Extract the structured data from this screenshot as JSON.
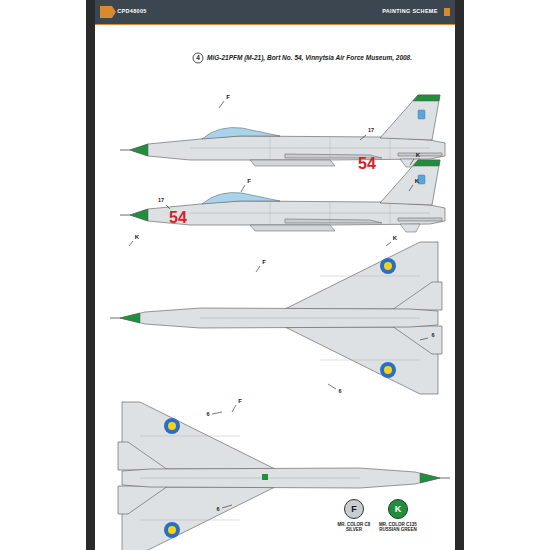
{
  "diagram": {
    "title": "MiG-21PFM (M-21), Bort No. 54, Vinnytsia Air Force Museum, 2008.",
    "labels": [
      "4",
      "F",
      "17",
      "K",
      "54",
      "17",
      "F",
      "K",
      "54",
      "K",
      "K",
      "F",
      "6",
      "6",
      "F",
      "6",
      "6",
      "F",
      "K",
      "CPD48005",
      "PAINTING SCHEME"
    ],
    "legend": [
      {
        "text": "MR. COLOR C8 SILVER",
        "color": "#c9cdd1"
      },
      {
        "text": "MR. COLOR C135 RUSSIAN GREEN",
        "color": "#1f8f3c"
      }
    ]
  }
}
